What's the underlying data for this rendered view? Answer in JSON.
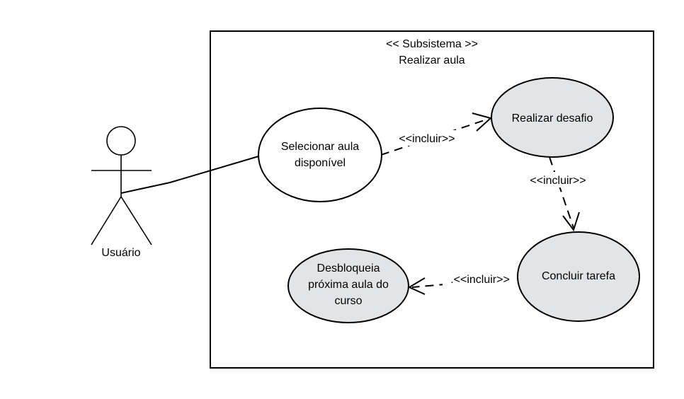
{
  "subsystem": {
    "stereotype": "<< Subsistema >>",
    "name": "Realizar aula"
  },
  "actor": {
    "name": "Usuário"
  },
  "use_cases": {
    "selecionar": {
      "line1": "Selecionar aula",
      "line2": "disponível",
      "fill": "#ffffff"
    },
    "desafio": {
      "line1": "Realizar desafio",
      "fill": "#e2e4e6"
    },
    "tarefa": {
      "line1": "Concluir tarefa",
      "fill": "#e2e4e6"
    },
    "desbloqueia": {
      "line1": "Desbloqueia",
      "line2": "próxima aula do",
      "line3": "curso",
      "fill": "#e2e4e6"
    }
  },
  "relations": {
    "inc1": "<<incluir>>",
    "inc2": "<<incluir>>",
    "inc3": ".<<incluir>>"
  }
}
